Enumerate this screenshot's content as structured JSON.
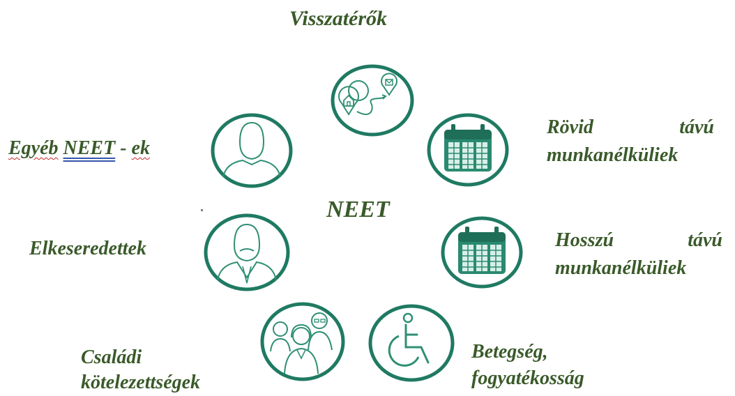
{
  "center_label": "NEET",
  "groups": {
    "returners": "Visszatérők",
    "short_term": {
      "line1_a": "Rövid",
      "line1_b": "távú",
      "line2": "munkanélküliek"
    },
    "long_term": {
      "line1_a": "Hosszú",
      "line1_b": "távú",
      "line2": "munkanélküliek"
    },
    "illness": {
      "line1": "Betegség,",
      "line2": "fogyatékosság"
    },
    "family": {
      "line1": "Családi",
      "line2": "kötelezettségek"
    },
    "discouraged": "Elkeseredettek",
    "other": {
      "word1": "Egyéb",
      "word2": "NEET",
      "sep": " - ",
      "word3": "ek"
    }
  },
  "icons": [
    "home-route-icon",
    "calendar-icon",
    "calendar-icon",
    "wheelchair-icon",
    "family-icon",
    "elderly-man-icon",
    "person-icon"
  ],
  "colors": {
    "teal": "#1f7a62",
    "label_green": "#3a5a2a"
  }
}
